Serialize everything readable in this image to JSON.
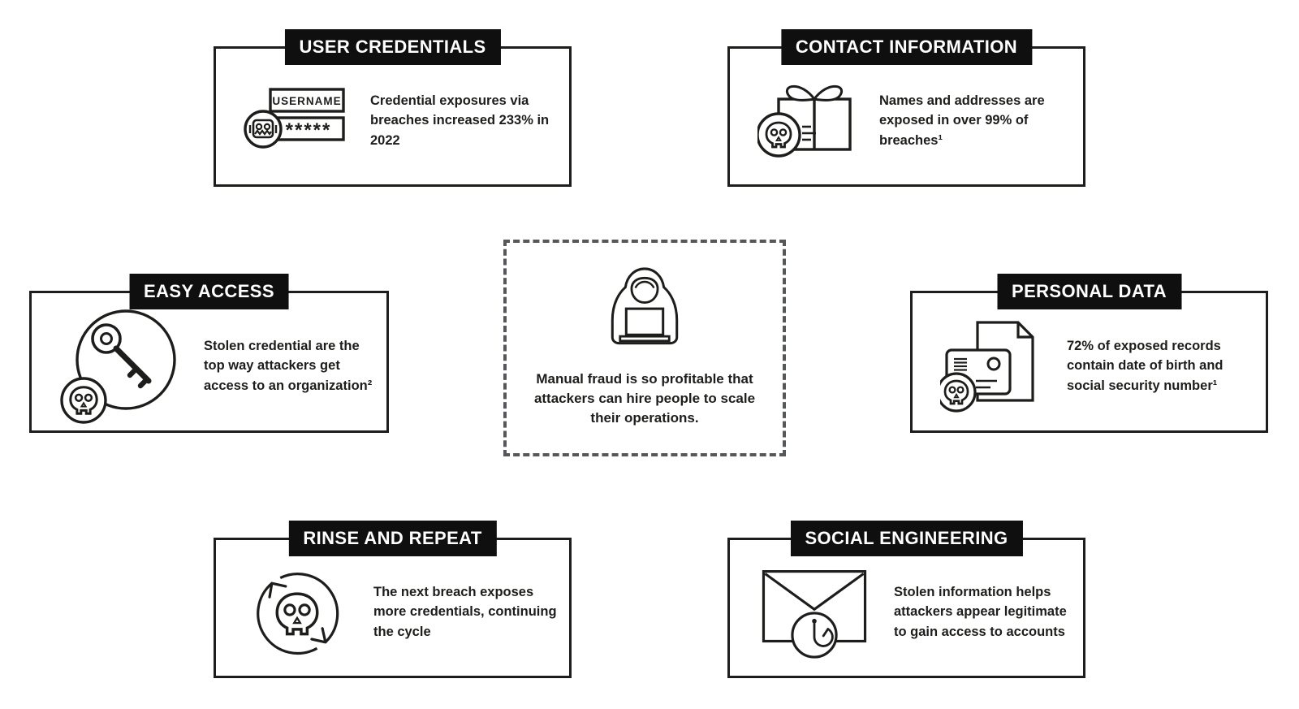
{
  "palette": {
    "ink": "#1d1d1b",
    "paper": "#ffffff",
    "header_bg": "#0f0f0f",
    "header_text": "#ffffff",
    "dashed_border": "#56575a"
  },
  "center_panel": {
    "icon": "hooded-attacker-laptop-icon",
    "body": "Manual fraud is so profitable that attackers can hire people to scale their operations."
  },
  "cards": [
    {
      "id": "user-credentials",
      "title": "USER CREDENTIALS",
      "body": "Credential exposures via breaches increased 233% in 2022",
      "icon": "credential-fields-skull-icon",
      "icon_labels": {
        "username": "USERNAME",
        "password": "*****"
      }
    },
    {
      "id": "contact-information",
      "title": "CONTACT INFORMATION",
      "body": "Names and addresses are exposed in over 99% of breaches¹",
      "icon": "gift-skull-icon"
    },
    {
      "id": "easy-access",
      "title": "EASY ACCESS",
      "body": "Stolen credential are the top way attackers get access to an organization²",
      "icon": "key-skull-icon"
    },
    {
      "id": "personal-data",
      "title": "PERSONAL DATA",
      "body": "72% of exposed records contain date of birth and social security number¹",
      "icon": "id-card-document-skull-icon"
    },
    {
      "id": "rinse-and-repeat",
      "title": "RINSE AND REPEAT",
      "body": "The next breach exposes more credentials, continuing the cycle",
      "icon": "skull-recycle-arrows-icon"
    },
    {
      "id": "social-engineering",
      "title": "SOCIAL ENGINEERING",
      "body": "Stolen information helps attackers appear legitimate to gain access to accounts",
      "icon": "envelope-fishhook-icon"
    }
  ]
}
